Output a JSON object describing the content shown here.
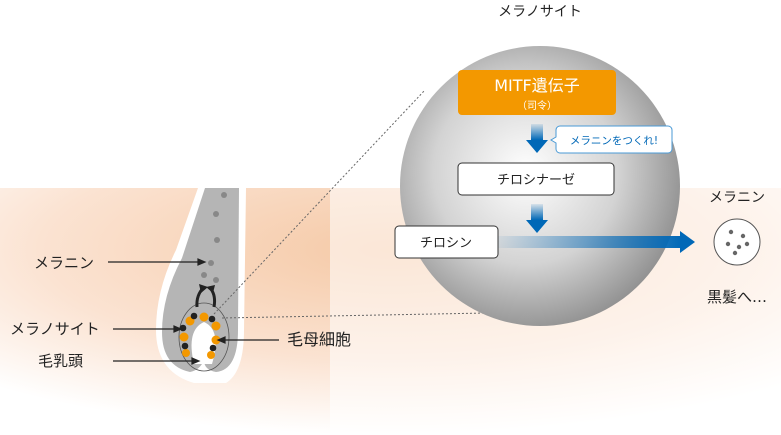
{
  "title": "メラノサイト",
  "mitf": {
    "label": "MITF遺伝子",
    "sub": "（司令）"
  },
  "bubble": "メラニンをつくれ!",
  "tyrosinase": "チロシナーゼ",
  "tyrosine": "チロシン",
  "melanin_label": "メラニン",
  "black_hair": "黒髪へ…",
  "hair_labels": {
    "melanin": "メラニン",
    "melanocyte": "メラノサイト",
    "papilla": "毛乳頭",
    "matrix": "毛母細胞"
  },
  "colors": {
    "orange": "#f39800",
    "blue": "#0068b7",
    "skin": "#f6d3b8"
  }
}
